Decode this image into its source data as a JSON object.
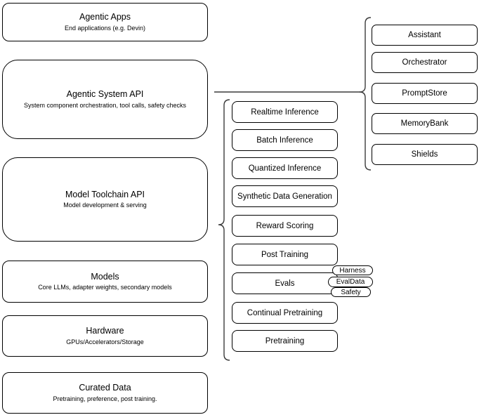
{
  "left_stack": [
    {
      "title": "Agentic Apps",
      "subtitle": "End applications (e.g. Devin)"
    },
    {
      "title": "Agentic System API",
      "subtitle": "System component orchestration, tool calls, safety checks"
    },
    {
      "title": "Model Toolchain API",
      "subtitle": "Model development & serving"
    },
    {
      "title": "Models",
      "subtitle": "Core LLMs, adapter weights, secondary models"
    },
    {
      "title": "Hardware",
      "subtitle": "GPUs/Accelerators/Storage"
    },
    {
      "title": "Curated Data",
      "subtitle": "Pretraining, preference, post training."
    }
  ],
  "toolchain_items": [
    "Realtime Inference",
    "Batch Inference",
    "Quantized Inference",
    "Synthetic Data Generation",
    "Reward Scoring",
    "Post Training",
    "Evals",
    "Continual Pretraining",
    "Pretraining"
  ],
  "evals_tags": [
    "Harness",
    "EvalData",
    "Safety"
  ],
  "system_components": [
    "Assistant",
    "Orchestrator",
    "PromptStore",
    "MemoryBank",
    "Shields"
  ],
  "colors": {
    "box_fill": "#ffffff",
    "box_border": "#000000",
    "text": "#000000",
    "connector": "#3b3b3b"
  }
}
